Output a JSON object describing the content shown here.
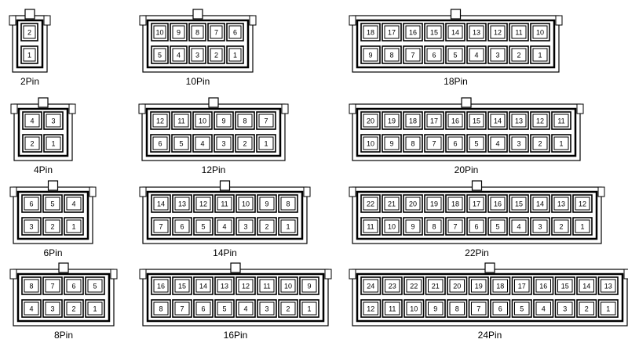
{
  "connectors": [
    {
      "label": "2Pin",
      "top_row": [
        2
      ],
      "bottom_row": [
        1
      ]
    },
    {
      "label": "4Pin",
      "top_row": [
        4,
        3
      ],
      "bottom_row": [
        2,
        1
      ]
    },
    {
      "label": "6Pin",
      "top_row": [
        6,
        5,
        4
      ],
      "bottom_row": [
        3,
        2,
        1
      ]
    },
    {
      "label": "8Pin",
      "top_row": [
        8,
        7,
        6,
        5
      ],
      "bottom_row": [
        4,
        3,
        2,
        1
      ]
    },
    {
      "label": "10Pin",
      "top_row": [
        10,
        9,
        8,
        7,
        6
      ],
      "bottom_row": [
        5,
        4,
        3,
        2,
        1
      ]
    },
    {
      "label": "12Pin",
      "top_row": [
        12,
        11,
        10,
        9,
        8,
        7
      ],
      "bottom_row": [
        6,
        5,
        4,
        3,
        2,
        1
      ]
    },
    {
      "label": "14Pin",
      "top_row": [
        14,
        13,
        12,
        11,
        10,
        9,
        8
      ],
      "bottom_row": [
        7,
        6,
        5,
        4,
        3,
        2,
        1
      ]
    },
    {
      "label": "16Pin",
      "top_row": [
        16,
        15,
        14,
        13,
        12,
        11,
        10,
        9
      ],
      "bottom_row": [
        8,
        7,
        6,
        5,
        4,
        3,
        2,
        1
      ]
    },
    {
      "label": "18Pin",
      "top_row": [
        18,
        17,
        16,
        15,
        14,
        13,
        12,
        11,
        10
      ],
      "bottom_row": [
        9,
        8,
        7,
        6,
        5,
        4,
        3,
        2,
        1
      ]
    },
    {
      "label": "20Pin",
      "top_row": [
        20,
        19,
        18,
        17,
        16,
        15,
        14,
        13,
        12,
        11
      ],
      "bottom_row": [
        10,
        9,
        8,
        7,
        6,
        5,
        4,
        3,
        2,
        1
      ]
    },
    {
      "label": "22Pin",
      "top_row": [
        22,
        21,
        20,
        19,
        18,
        17,
        16,
        15,
        14,
        13,
        12
      ],
      "bottom_row": [
        11,
        10,
        9,
        8,
        7,
        6,
        5,
        4,
        3,
        2,
        1
      ]
    },
    {
      "label": "24Pin",
      "top_row": [
        24,
        23,
        22,
        21,
        20,
        19,
        18,
        17,
        16,
        15,
        14,
        13
      ],
      "bottom_row": [
        12,
        11,
        10,
        9,
        8,
        7,
        6,
        5,
        4,
        3,
        2,
        1
      ]
    }
  ]
}
